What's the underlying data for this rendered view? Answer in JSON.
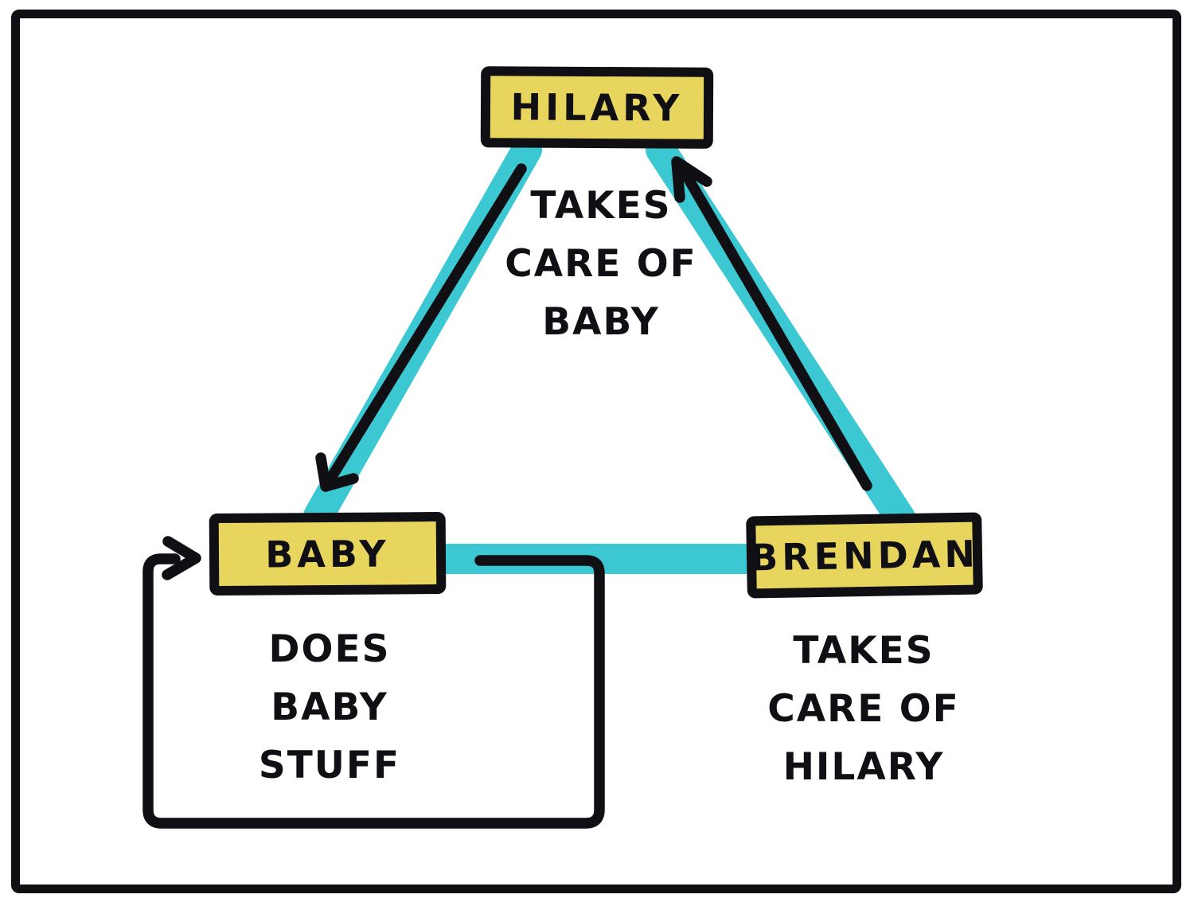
{
  "colors": {
    "background": "#ffffff",
    "ink": "#101014",
    "teal": "#3cc8d2",
    "box_fill": "#e8d55e"
  },
  "nodes": {
    "hilary": {
      "label": "HILARY"
    },
    "baby": {
      "label": "BABY"
    },
    "brendan": {
      "label": "BRENDAN"
    }
  },
  "edge_labels": {
    "hilary_to_baby": {
      "line1": "TAKES",
      "line2": "CARE OF",
      "line3": "BABY"
    },
    "baby_self_loop": {
      "line1": "DOES",
      "line2": "BABY",
      "line3": "STUFF"
    },
    "brendan_to_hilary": {
      "line1": "TAKES",
      "line2": "CARE OF",
      "line3": "HILARY"
    }
  }
}
